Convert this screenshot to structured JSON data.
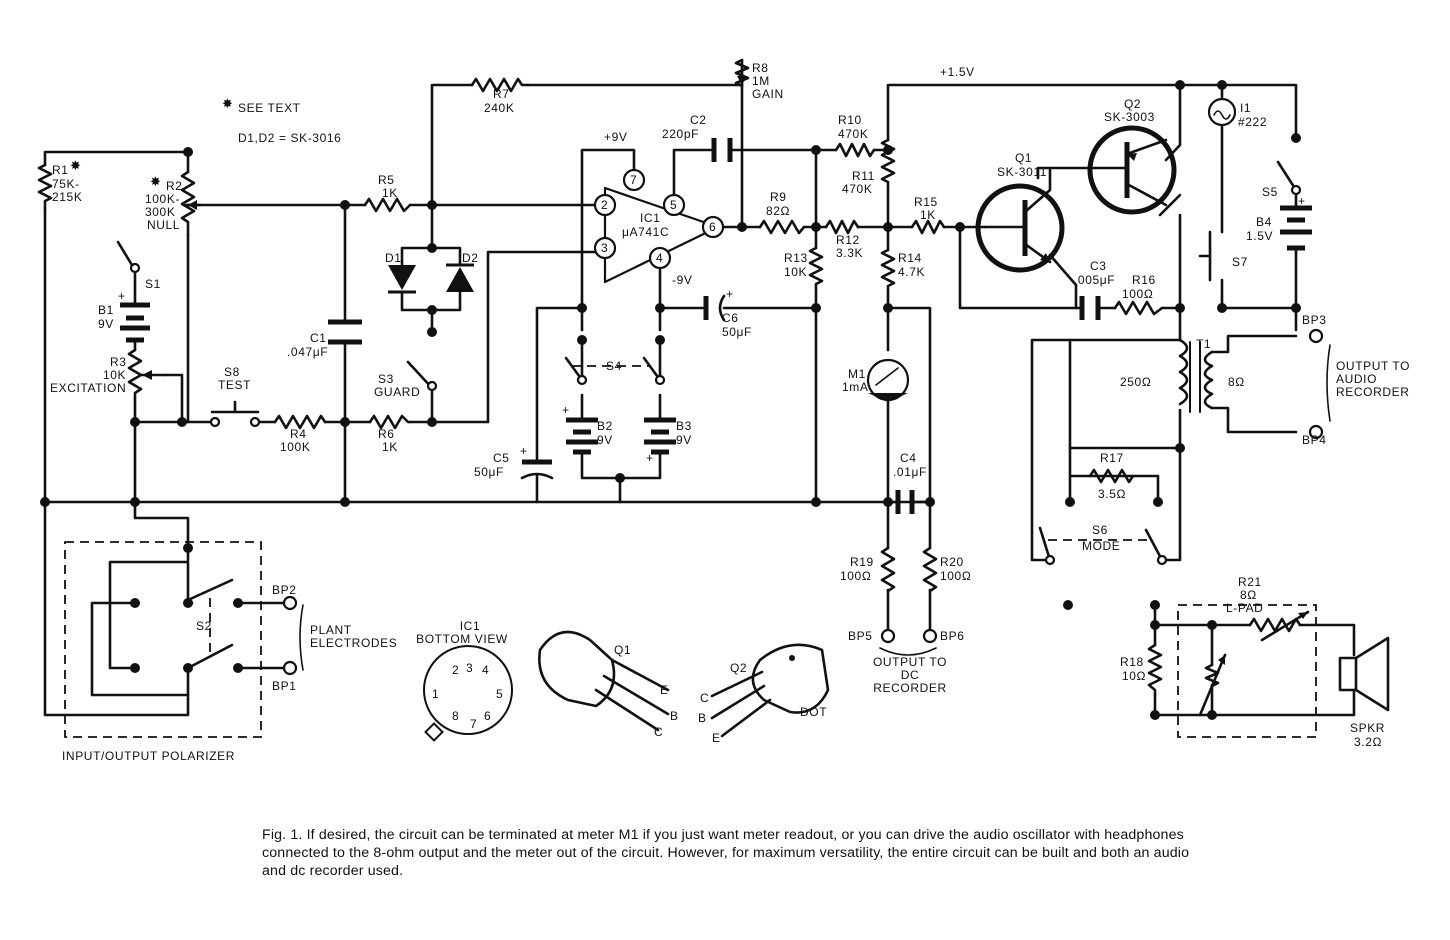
{
  "notes": {
    "see_text": "SEE TEXT",
    "diodes": "D1,D2 = SK-3016"
  },
  "components": {
    "r1": "R1",
    "r1_value": "75K-",
    "r1_value2": "215K",
    "r2": "R2",
    "r2_value": "100K-",
    "r2_value2": "300K",
    "r2_name": "NULL",
    "r3": "R3",
    "r3_value": "10K",
    "r3_name": "EXCITATION",
    "r4": "R4",
    "r4_value": "100K",
    "r5": "R5",
    "r5_value": "1K",
    "r6": "R6",
    "r6_value": "1K",
    "r7": "R7",
    "r7_value": "240K",
    "r8": "R8",
    "r8_value": "1M",
    "r8_name": "GAIN",
    "r9": "R9",
    "r9_value": "82Ω",
    "r10": "R10",
    "r10_value": "470K",
    "r11": "R11",
    "r11_value": "470K",
    "r12": "R12",
    "r12_value": "3.3K",
    "r13": "R13",
    "r13_value": "10K",
    "r14": "R14",
    "r14_value": "4.7K",
    "r15": "R15",
    "r15_value": "1K",
    "r16": "R16",
    "r16_value": "100Ω",
    "r17": "R17",
    "r17_value": "3.5Ω",
    "r18": "R18",
    "r18_value": "10Ω",
    "r19": "R19",
    "r19_value": "100Ω",
    "r20": "R20",
    "r20_value": "100Ω",
    "r21": "R21",
    "r21_value": "8Ω",
    "r21_name": "L-PAD",
    "c1": "C1",
    "c1_value": ".047μF",
    "c2": "C2",
    "c2_value": "220pF",
    "c3": "C3",
    "c3_value": ".005μF",
    "c4": "C4",
    "c4_value": ".01μF",
    "c5": "C5",
    "c5_value": "50μF",
    "c6": "C6",
    "c6_value": "50μF",
    "d1": "D1",
    "d2": "D2",
    "ic1": "IC1",
    "ic1_part": "μA741C",
    "q1": "Q1",
    "q1_part": "SK-3011",
    "q2": "Q2",
    "q2_part": "SK-3003",
    "i1": "I1",
    "i1_part": "#222",
    "m1": "M1",
    "m1_value": "1mA",
    "t1": "T1",
    "t1_primary": "250Ω",
    "t1_secondary": "8Ω",
    "b1": "B1",
    "b1_value": "9V",
    "b2": "B2",
    "b2_value": "9V",
    "b3": "B3",
    "b3_value": "9V",
    "b4": "B4",
    "b4_value": "1.5V",
    "s1": "S1",
    "s2": "S2",
    "s3": "S3",
    "s3_name": "GUARD",
    "s4": "S4",
    "s5": "S5",
    "s6": "S6",
    "s6_name": "MODE",
    "s7": "S7",
    "s8": "S8",
    "s8_name": "TEST",
    "spkr": "SPKR",
    "spkr_value": "3.2Ω"
  },
  "supplies": {
    "plus9": "+9V",
    "minus9": "-9V",
    "plus15": "+1.5V"
  },
  "ic_pins": [
    "2",
    "3",
    "4",
    "5",
    "6",
    "7"
  ],
  "binding_posts": {
    "bp1": "BP1",
    "bp2": "BP2",
    "bp3": "BP3",
    "bp4": "BP4",
    "bp5": "BP5",
    "bp6": "BP6",
    "plant_line1": "PLANT",
    "plant_line2": "ELECTRODES",
    "audio_line1": "OUTPUT TO",
    "audio_line2": "AUDIO",
    "audio_line3": "RECORDER",
    "dc_line1": "OUTPUT TO",
    "dc_line2": "DC",
    "dc_line3": "RECORDER"
  },
  "polarizer_label": "INPUT/OUTPUT POLARIZER",
  "pinout": {
    "title": "IC1",
    "subtitle": "BOTTOM VIEW",
    "pins": [
      "1",
      "2",
      "3",
      "4",
      "5",
      "6",
      "7",
      "8"
    ],
    "q1": "Q1",
    "q2": "Q2",
    "lead_e": "E",
    "lead_b": "B",
    "lead_c": "C",
    "dot": "DOT"
  },
  "caption": "Fig. 1. If desired, the circuit can be terminated at meter M1 if you just want meter readout, or you can drive the audio oscillator with headphones connected to the 8-ohm output and the meter out of the circuit. However, for maximum versatility, the entire circuit can be built and both an audio and dc recorder used."
}
